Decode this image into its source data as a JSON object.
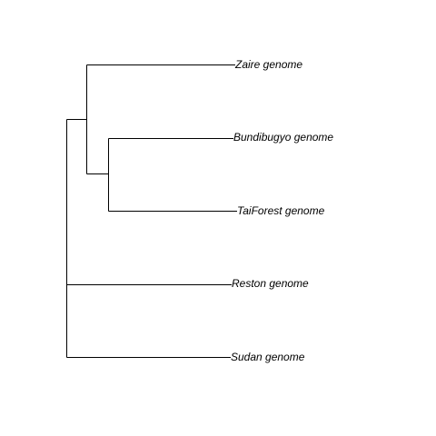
{
  "tree": {
    "line_color": "#000000",
    "label_color": "#000000",
    "tips": [
      {
        "id": "zaire",
        "label": "Zaire genome"
      },
      {
        "id": "bundibugyo",
        "label": "Bundibugyo genome"
      },
      {
        "id": "taiforest",
        "label": "TaiForest genome"
      },
      {
        "id": "reston",
        "label": "Reston genome"
      },
      {
        "id": "sudan",
        "label": "Sudan genome"
      }
    ],
    "topology": {
      "root": {
        "children": [
          "clade_a",
          "reston",
          "sudan"
        ]
      },
      "clade_a": {
        "children": [
          "zaire",
          "clade_b"
        ]
      },
      "clade_b": {
        "children": [
          "bundibugyo",
          "taiforest"
        ]
      }
    }
  }
}
